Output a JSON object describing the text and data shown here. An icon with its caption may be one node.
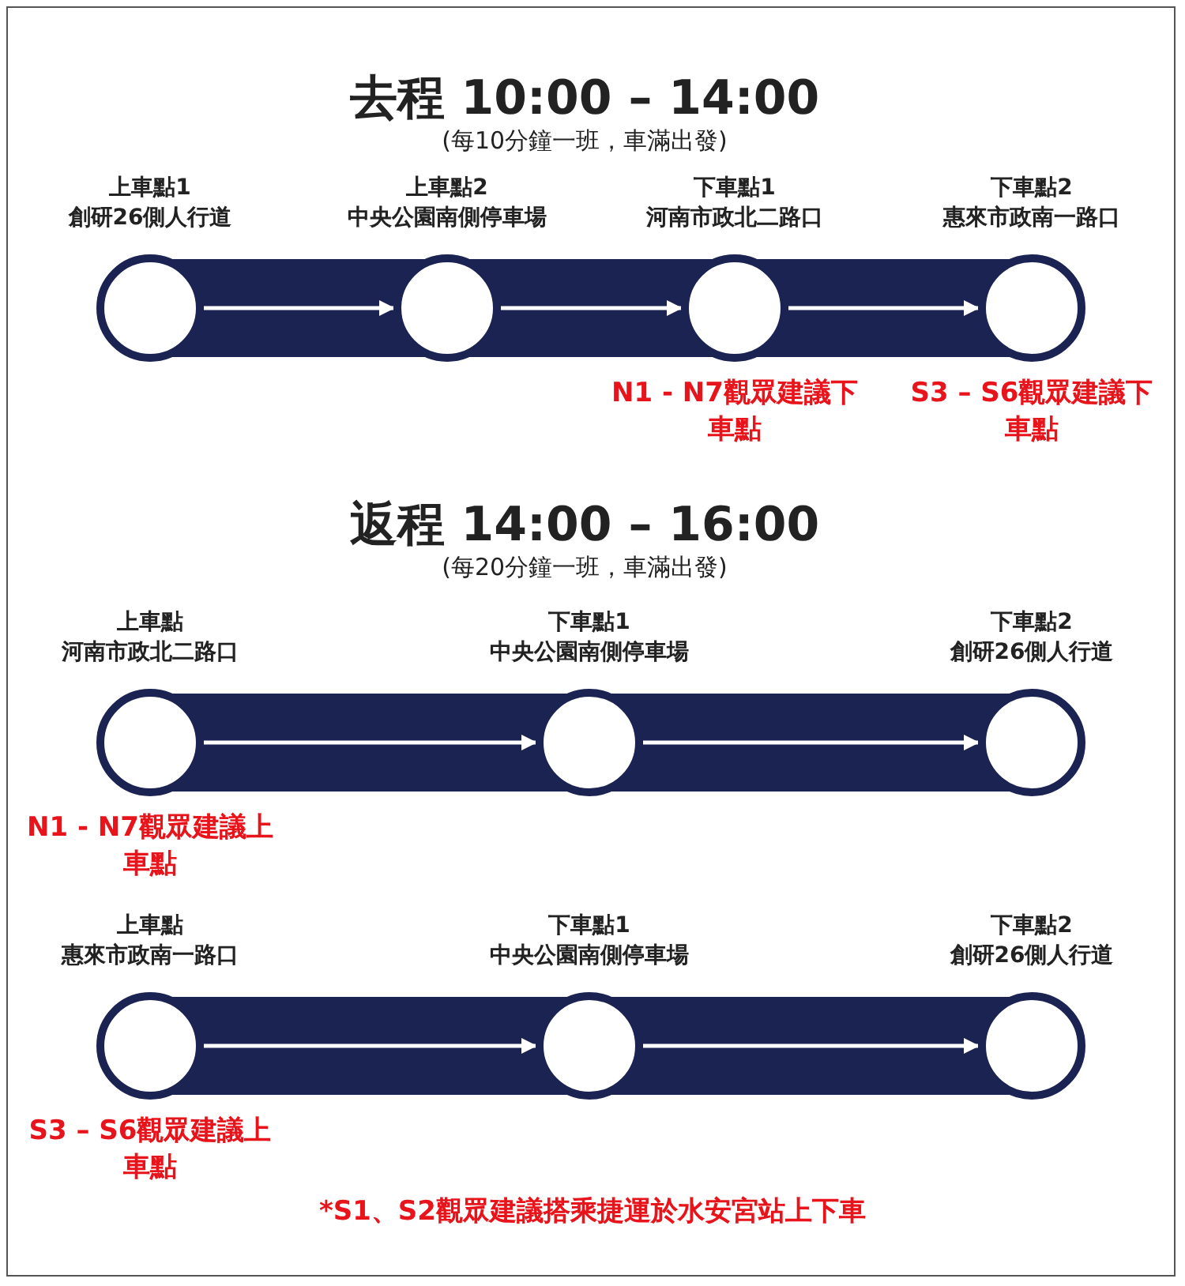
{
  "diagram": {
    "nodes": [
      {
        "text": [
          "上車點1",
          "創研26側人行道"
        ]
      },
      {
        "text": [
          "上車點2",
          "中央公園南側停車場"
        ]
      },
      {
        "text": [
          "下車點1",
          "河南市政北二路口"
        ],
        "beside": [
          "N1 - N7觀眾建議下車點"
        ]
      },
      {
        "text": [
          "下車點2",
          "惠來市政南一路口"
        ],
        "beside": [
          "S3 – S6觀眾建議下車點"
        ]
      },
      {
        "text": [
          "上車點",
          "河南市政北二路口"
        ],
        "beside": [
          "N1 - N7觀眾建議上車點"
        ]
      },
      {
        "text": [
          "下車點1",
          "中央公園南側停車場"
        ]
      },
      {
        "text": [
          "下車點2",
          "創研26側人行道"
        ]
      },
      {
        "text": [
          "上車點",
          "惠來市政南一路口"
        ],
        "beside": [
          "S3 – S6觀眾建議上車點"
        ]
      },
      {
        "text": [
          "下車點1",
          "中央公園南側停車場"
        ]
      },
      {
        "text": [
          "下車點2",
          "創研26側人行道"
        ]
      }
    ],
    "edges": [
      {
        "from": 0,
        "to": 1,
        "arrow": "to"
      },
      {
        "from": 1,
        "to": 2,
        "arrow": "to"
      },
      {
        "from": 2,
        "to": 3,
        "arrow": "to"
      },
      {
        "from": 4,
        "to": 5,
        "arrow": "to"
      },
      {
        "from": 5,
        "to": 6,
        "arrow": "to"
      },
      {
        "from": 7,
        "to": 8,
        "arrow": "to"
      },
      {
        "from": 8,
        "to": 9,
        "arrow": "to"
      }
    ],
    "labels": [
      "去程 10:00 – 14:00",
      "(每10分鐘一班，車滿出發)",
      "返程 14:00 – 16:00",
      "(每20分鐘一班，車滿出發)",
      "*S1、S2觀眾建議搭乘捷運於水安宮站上下車"
    ]
  }
}
